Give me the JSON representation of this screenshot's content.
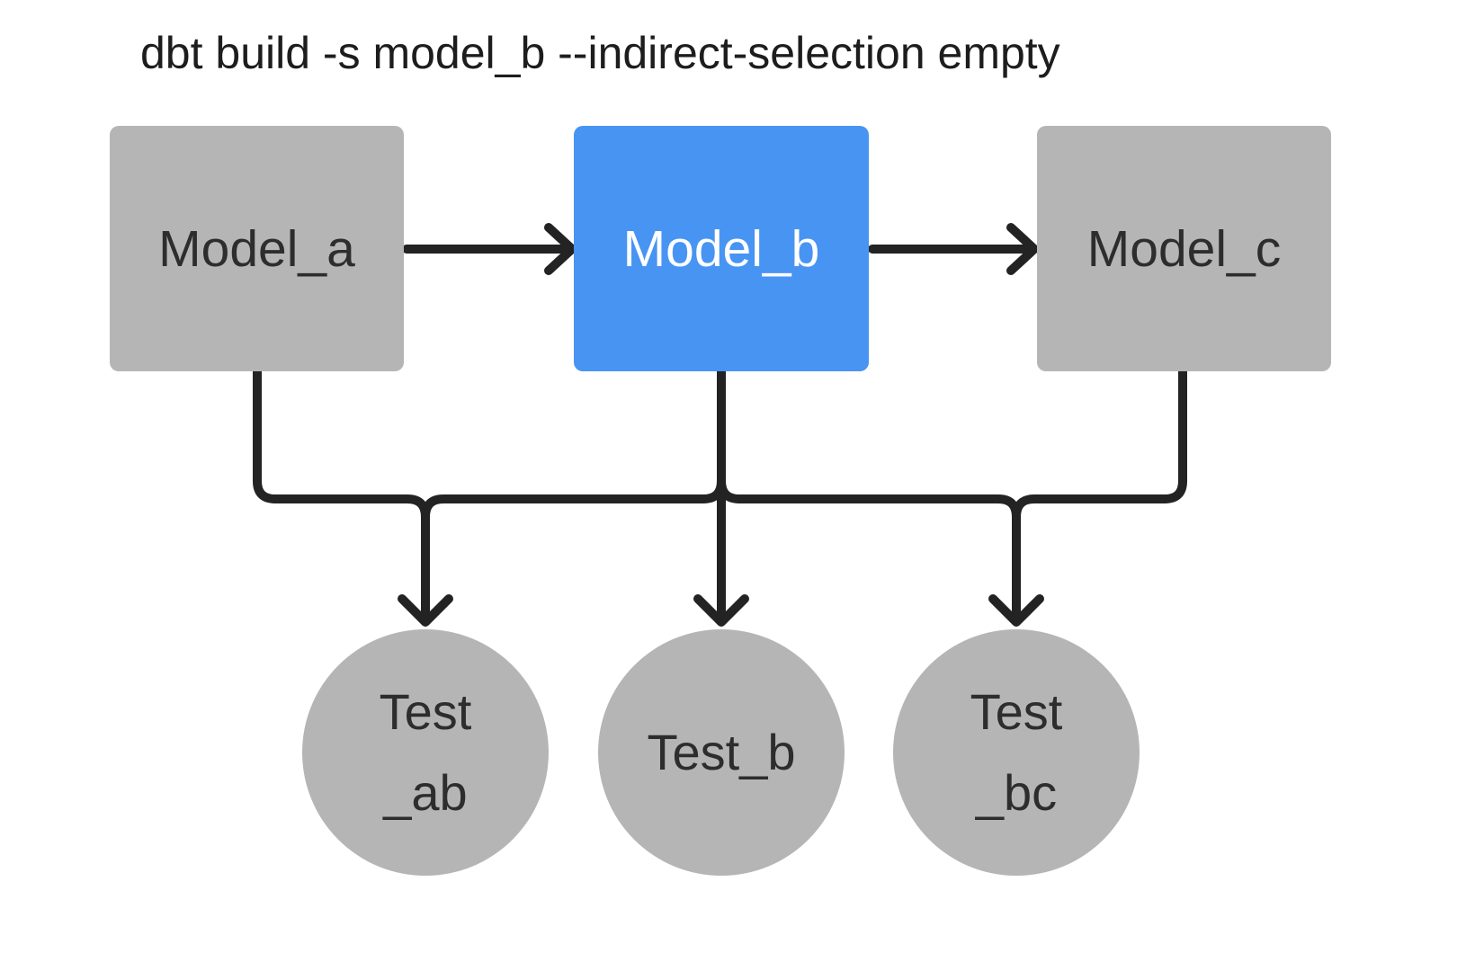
{
  "title": "dbt build -s model_b --indirect-selection empty",
  "colors": {
    "background": "#ffffff",
    "node_gray": "#b5b5b5",
    "node_selected_blue": "#4894f3",
    "connector": "#232323",
    "title_text": "#1d1d1d",
    "node_text_dark": "#2d2d2d",
    "node_text_light": "#ffffff"
  },
  "nodes": {
    "models": [
      {
        "id": "model_a",
        "label": "Model_a",
        "selected": false
      },
      {
        "id": "model_b",
        "label": "Model_b",
        "selected": true
      },
      {
        "id": "model_c",
        "label": "Model_c",
        "selected": false
      }
    ],
    "tests": [
      {
        "id": "test_ab",
        "label_line1": "Test",
        "label_line2": "_ab"
      },
      {
        "id": "test_b",
        "label": "Test_b"
      },
      {
        "id": "test_bc",
        "label_line1": "Test",
        "label_line2": "_bc"
      }
    ]
  },
  "edges": [
    {
      "from": "model_a",
      "to": "model_b"
    },
    {
      "from": "model_b",
      "to": "model_c"
    },
    {
      "from": "model_a",
      "to": "test_ab"
    },
    {
      "from": "model_b",
      "to": "test_ab"
    },
    {
      "from": "model_b",
      "to": "test_b"
    },
    {
      "from": "model_b",
      "to": "test_bc"
    },
    {
      "from": "model_c",
      "to": "test_bc"
    }
  ]
}
